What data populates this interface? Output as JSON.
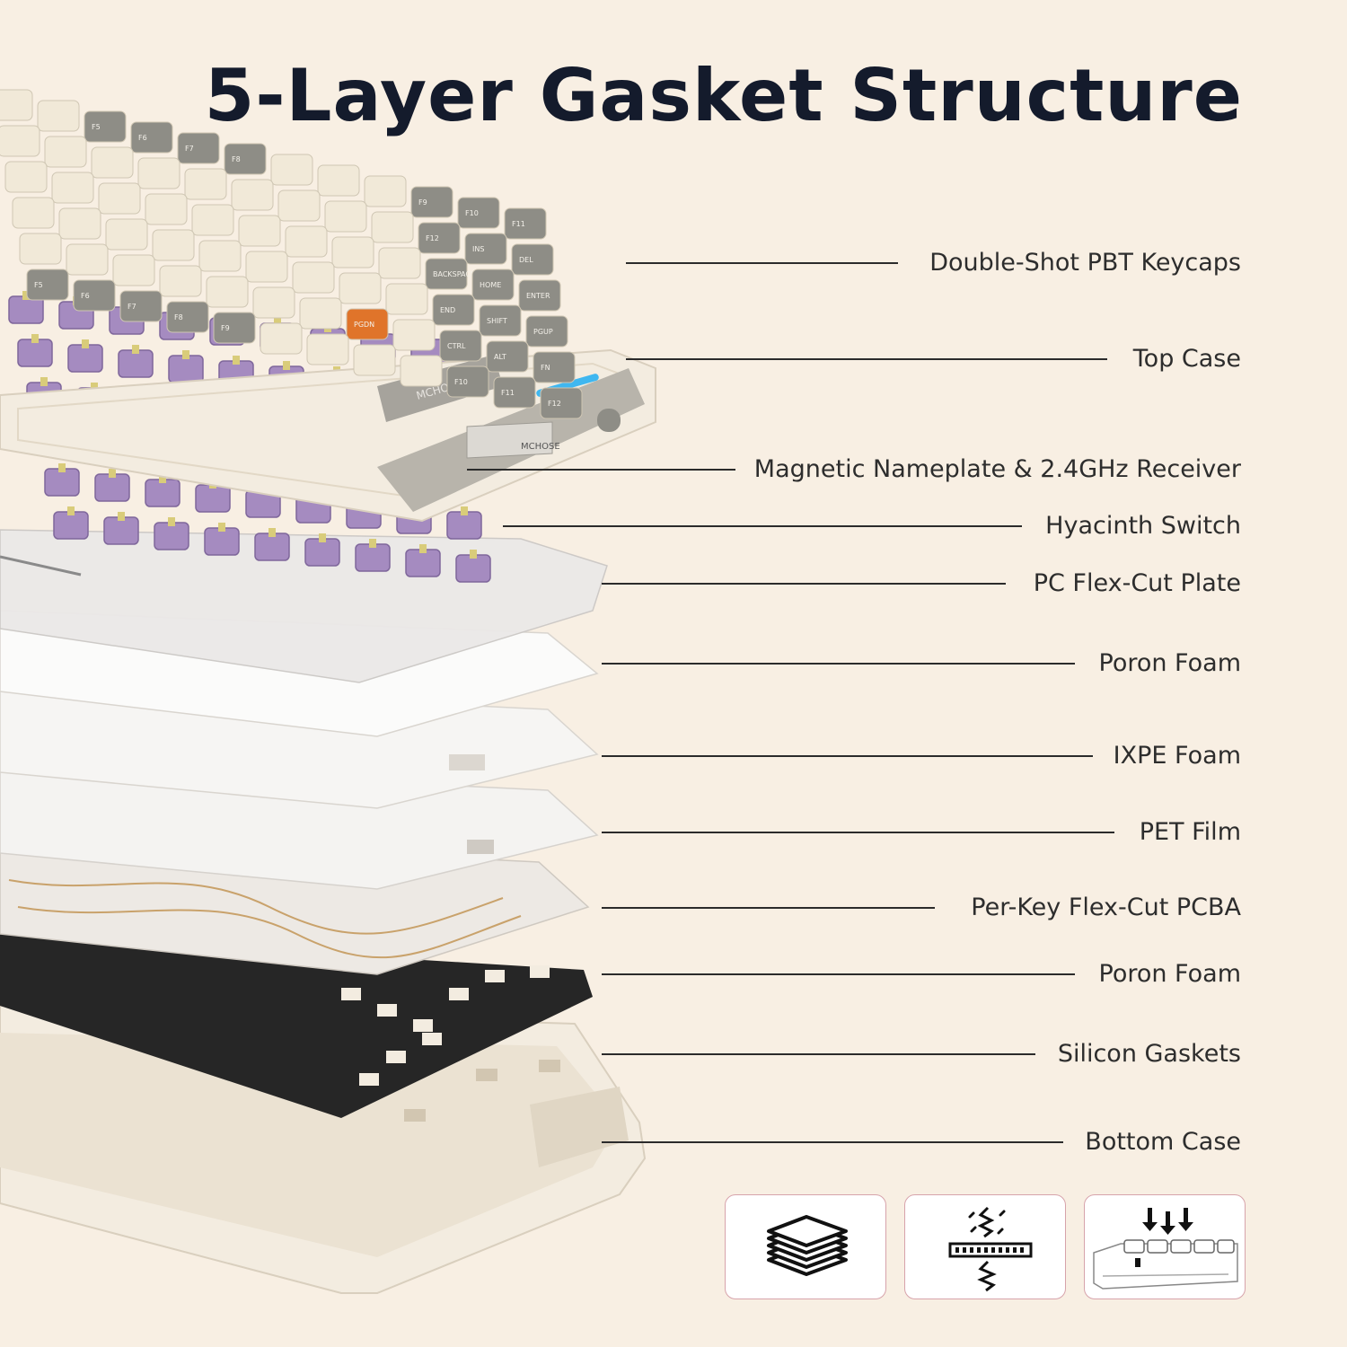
{
  "title": "5-Layer Gasket Structure",
  "layers": [
    {
      "label": "Double-Shot PBT Keycaps"
    },
    {
      "label": "Top Case"
    },
    {
      "label": "Magnetic Nameplate & 2.4GHz Receiver"
    },
    {
      "label": "Hyacinth Switch"
    },
    {
      "label": "PC Flex-Cut Plate"
    },
    {
      "label": "Poron Foam"
    },
    {
      "label": "IXPE Foam"
    },
    {
      "label": "PET Film"
    },
    {
      "label": "Per-Key Flex-Cut PCBA"
    },
    {
      "label": "Poron Foam"
    },
    {
      "label": "Silicon Gaskets"
    },
    {
      "label": "Bottom Case"
    }
  ],
  "feature_icons": [
    {
      "icon": "stacked-layers-icon"
    },
    {
      "icon": "vibration-dampening-icon"
    },
    {
      "icon": "keypress-force-icon"
    }
  ],
  "illustration": {
    "keycap_legends": [
      "F5",
      "F6",
      "F7",
      "F8",
      "F9",
      "F10",
      "F11",
      "F12",
      "INS",
      "DEL",
      "BACKSPACE",
      "HOME",
      "ENTER",
      "END",
      "SHIFT",
      "PGUP",
      "PGDN",
      "CTRL",
      "ALT",
      "FN"
    ],
    "nameplate_text": "MCHOSE",
    "receiver_text": "MCHOSE",
    "colors": {
      "keycap_cream": "#f1e9d8",
      "keycap_gray": "#8e8d86",
      "accent_orange": "#e0742a",
      "switch_purple": "#a58bc0",
      "switch_stem": "#d9cc7a",
      "indicator_blue": "#3fb7f0",
      "plate_clear": "#e9e7e6",
      "foam_white": "#f3f1ee",
      "foam_black": "#262626",
      "case_cream": "#f3ece0"
    }
  }
}
